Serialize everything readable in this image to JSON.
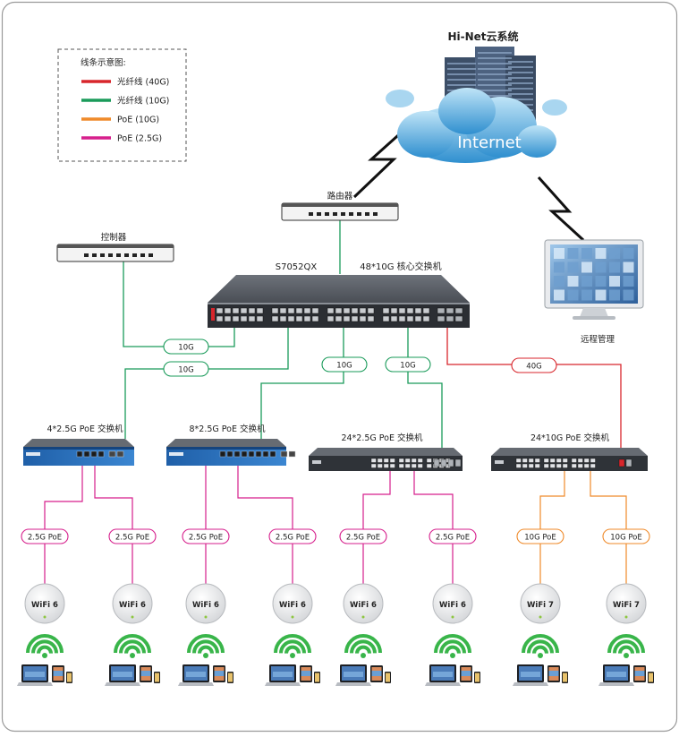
{
  "legend": {
    "title": "线条示意图:",
    "items": [
      {
        "label": "光纤线 (40G)",
        "color": "#d8262c"
      },
      {
        "label": "光纤线 (10G)",
        "color": "#1a9b5a"
      },
      {
        "label": "PoE (10G)",
        "color": "#ef8a2a"
      },
      {
        "label": "PoE (2.5G)",
        "color": "#d61f8c"
      }
    ]
  },
  "cloud": {
    "title": "Hi-Net云系统",
    "internet": "Internet"
  },
  "router": {
    "label": "路由器"
  },
  "controller": {
    "label": "控制器"
  },
  "core_switch": {
    "model": "S7052QX",
    "desc": "48*10G 核心交换机"
  },
  "remote": {
    "label": "远程管理"
  },
  "links": {
    "ctrl": "10G",
    "sw1": "10G",
    "sw2": "10G",
    "sw3": "10G",
    "sw4": "40G"
  },
  "switches": [
    {
      "label": "4*2.5G PoE 交换机"
    },
    {
      "label": "8*2.5G PoE 交换机"
    },
    {
      "label": "24*2.5G PoE 交换机"
    },
    {
      "label": "24*10G PoE 交换机"
    }
  ],
  "aps": [
    {
      "link": "2.5G PoE",
      "name": "WiFi 6"
    },
    {
      "link": "2.5G PoE",
      "name": "WiFi 6"
    },
    {
      "link": "2.5G PoE",
      "name": "WiFi 6"
    },
    {
      "link": "2.5G PoE",
      "name": "WiFi 6"
    },
    {
      "link": "2.5G PoE",
      "name": "WiFi 6"
    },
    {
      "link": "2.5G PoE",
      "name": "WiFi 6"
    },
    {
      "link": "10G PoE",
      "name": "WiFi 7"
    },
    {
      "link": "10G PoE",
      "name": "WiFi 7"
    }
  ],
  "colors": {
    "fiber40": "#d8262c",
    "fiber10": "#1a9b5a",
    "poe10": "#ef8a2a",
    "poe25": "#d61f8c"
  }
}
